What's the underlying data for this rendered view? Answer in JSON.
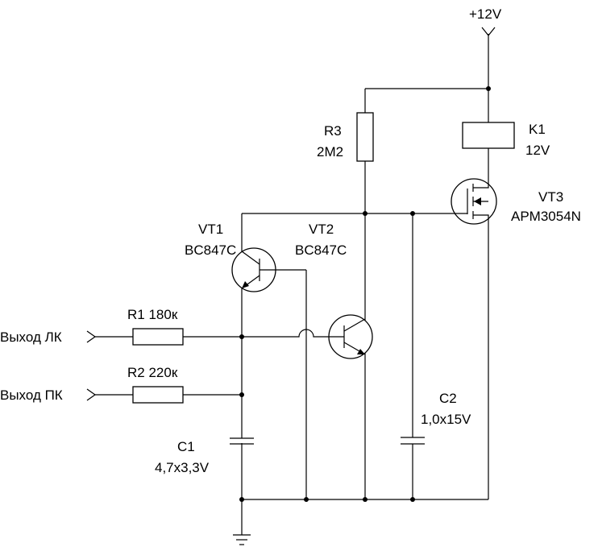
{
  "supply": {
    "label": "+12V"
  },
  "inputs": [
    {
      "label": "Выход ЛК"
    },
    {
      "label": "Выход ПК"
    }
  ],
  "components": {
    "r1": {
      "label": "R1 180к"
    },
    "r2": {
      "label": "R2 220к"
    },
    "r3": {
      "ref": "R3",
      "value": "2M2"
    },
    "c1": {
      "ref": "C1",
      "value": "4,7x3,3V"
    },
    "c2": {
      "ref": "C2",
      "value": "1,0x15V"
    },
    "k1": {
      "ref": "K1",
      "value": "12V"
    },
    "vt1": {
      "ref": "VT1",
      "value": "BC847C"
    },
    "vt2": {
      "ref": "VT2",
      "value": "BC847C"
    },
    "vt3": {
      "ref": "VT3",
      "value": "APM3054N"
    }
  },
  "colors": {
    "line": "#000000",
    "background": "#ffffff"
  }
}
